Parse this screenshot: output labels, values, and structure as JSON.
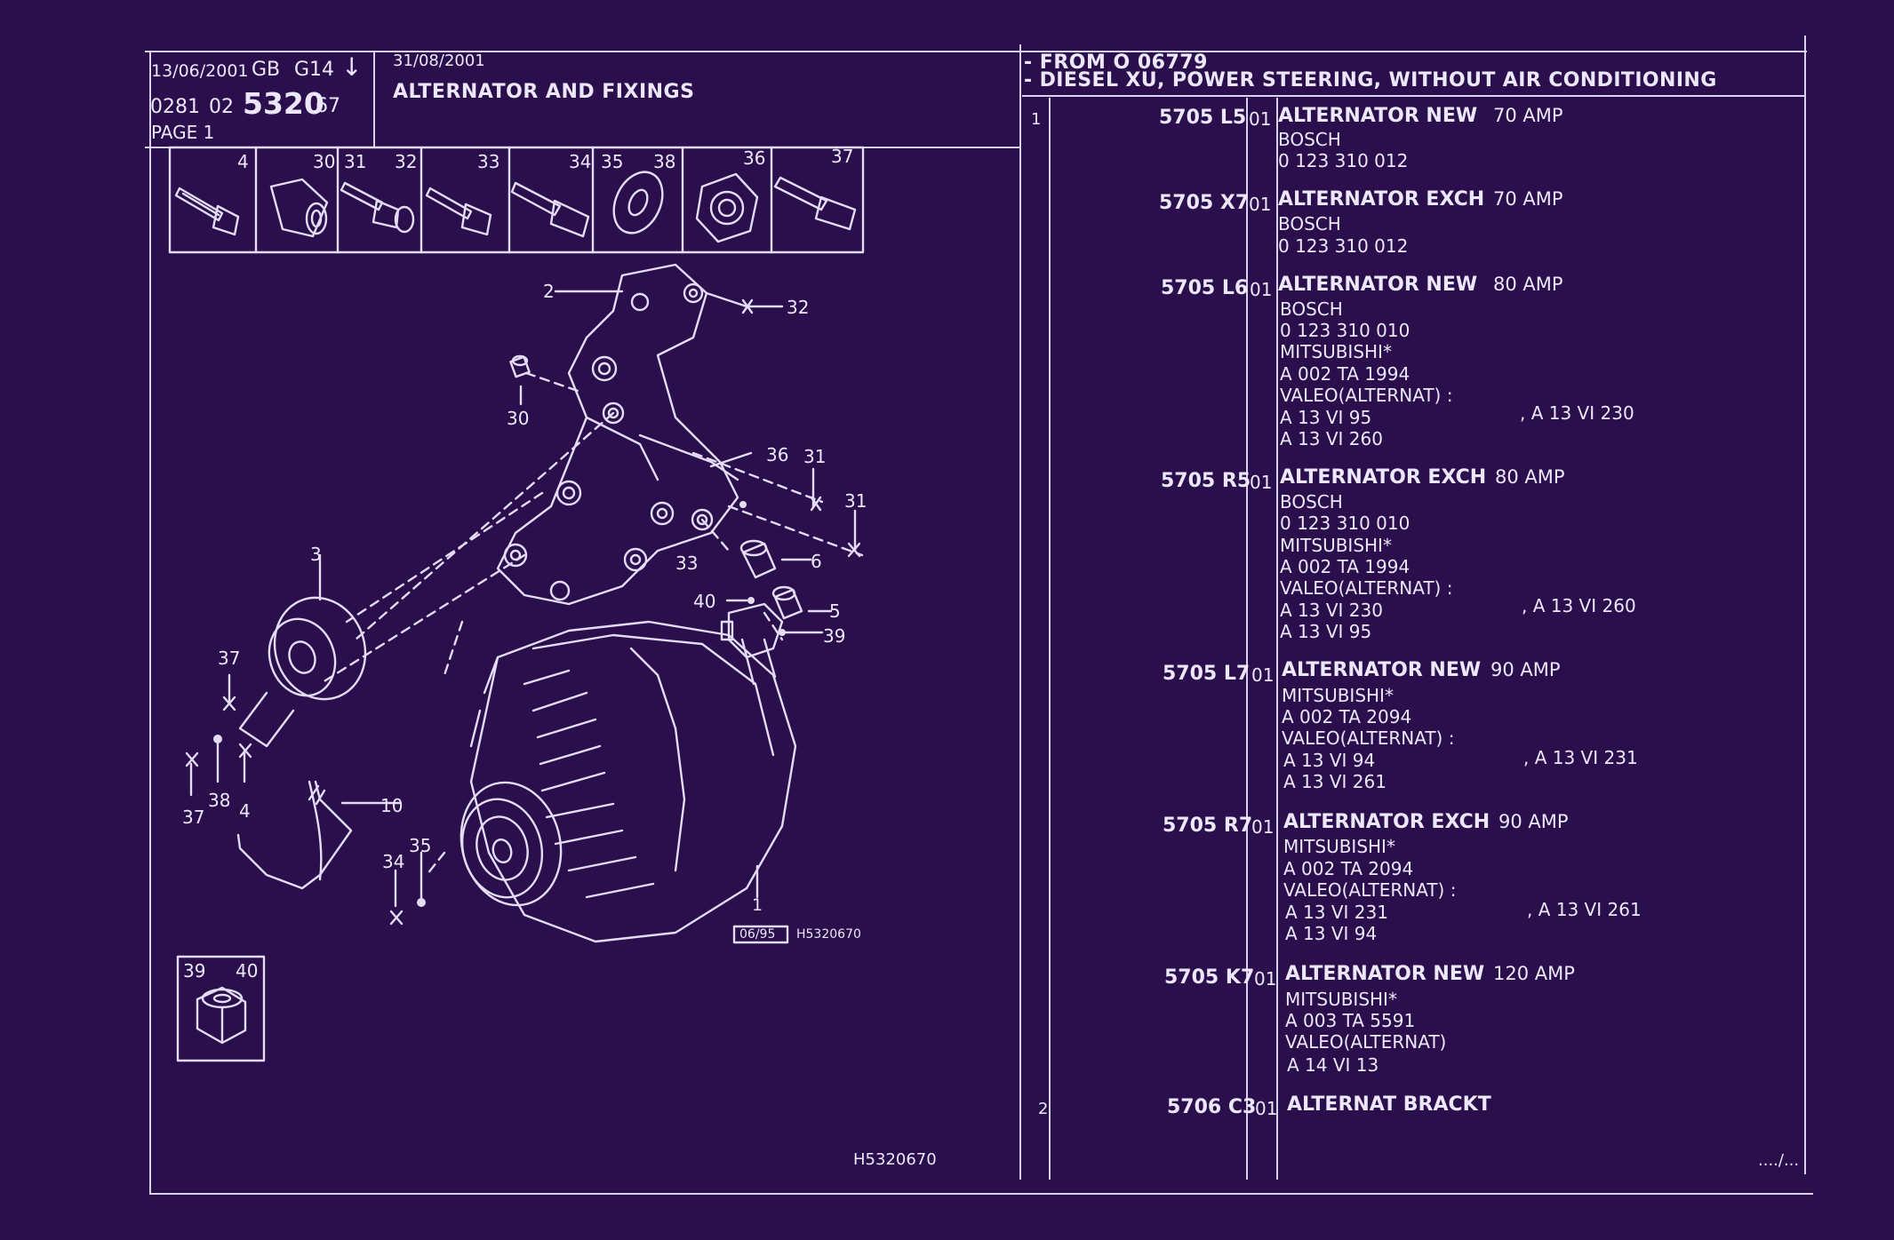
{
  "header": {
    "date_left": "13/06/2001",
    "lang": "GB",
    "code": "G14",
    "arrow": "↓",
    "num_a": "0281",
    "num_b": "02",
    "group": "5320",
    "sub": "67",
    "page": "PAGE 1",
    "date_right": "31/08/2001",
    "title": "ALTERNATOR AND FIXINGS"
  },
  "conditions": {
    "line1": "- FROM  O   06779",
    "line2": "- DIESEL XU, POWER STEERING, WITHOUT AIR CONDITIONING"
  },
  "fastener_strip": [
    "4",
    "30",
    "31",
    "32",
    "33",
    "34",
    "35",
    "38",
    "36",
    "37"
  ],
  "nut_box": [
    "39",
    "40"
  ],
  "callouts": {
    "c2": "2",
    "c32": "32",
    "c30": "30",
    "c36": "36",
    "c31a": "31",
    "c31b": "31",
    "c3": "3",
    "c33": "33",
    "c6": "6",
    "c40": "40",
    "c5": "5",
    "c39": "39",
    "c37a": "37",
    "c37b": "37",
    "c38": "38",
    "c4": "4",
    "c10": "10",
    "c34": "34",
    "c35": "35",
    "c1": "1"
  },
  "drawing_stamp": {
    "date": "06/95",
    "ref": "H5320670"
  },
  "footer_ref": "H5320670",
  "continued": "..../...",
  "parts": [
    {
      "item": "1",
      "ref": "5705 L5",
      "qty": "01",
      "desc": "ALTERNATOR NEW",
      "amp": "70 AMP",
      "lines": [
        "BOSCH",
        "0  123  310  012"
      ]
    },
    {
      "item": "",
      "ref": "5705 X7",
      "qty": "01",
      "desc": "ALTERNATOR EXCH",
      "amp": "70 AMP",
      "lines": [
        "BOSCH",
        "0  123  310  012"
      ]
    },
    {
      "item": "",
      "ref": "5705 L6",
      "qty": "01",
      "desc": "ALTERNATOR NEW",
      "amp": "80 AMP",
      "lines": [
        "BOSCH",
        "0  123  310  010",
        "MITSUBISHI*",
        "A  002  TA  1994",
        "VALEO(ALTERNAT) :",
        "A  13  VI  95",
        "A  13  VI  260"
      ],
      "extra": ", A  13  VI  230"
    },
    {
      "item": "",
      "ref": "5705 R5",
      "qty": "01",
      "desc": "ALTERNATOR EXCH",
      "amp": "80 AMP",
      "lines": [
        "BOSCH",
        "0  123  310  010",
        "MITSUBISHI*",
        "A  002  TA  1994",
        "VALEO(ALTERNAT) :",
        "A  13  VI  230",
        "A  13  VI  95"
      ],
      "extra": ", A  13  VI  260"
    },
    {
      "item": "",
      "ref": "5705 L7",
      "qty": "01",
      "desc": "ALTERNATOR NEW",
      "amp": "90 AMP",
      "lines": [
        "MITSUBISHI*",
        "A  002  TA  2094",
        "VALEO(ALTERNAT) :",
        "A  13  VI  94",
        "A  13  VI  261"
      ],
      "extra": ", A  13  VI  231"
    },
    {
      "item": "",
      "ref": "5705 R7",
      "qty": "01",
      "desc": "ALTERNATOR EXCH",
      "amp": "90 AMP",
      "lines": [
        "MITSUBISHI*",
        "A  002  TA  2094",
        "VALEO(ALTERNAT) :",
        "A  13  VI  231",
        "A  13  VI  94"
      ],
      "extra": ", A  13  VI  261"
    },
    {
      "item": "",
      "ref": "5705 K7",
      "qty": "01",
      "desc": "ALTERNATOR NEW",
      "amp": "120 AMP",
      "lines": [
        "MITSUBISHI*",
        "A  003  TA  5591",
        "VALEO(ALTERNAT)",
        "A  14  VI  13"
      ]
    },
    {
      "item": "2",
      "ref": "5706 C3",
      "qty": "01",
      "desc": "ALTERNAT BRACKT",
      "amp": "",
      "lines": []
    }
  ],
  "colors": {
    "background": "#2a0f4c",
    "ink": "#ece7fa"
  }
}
